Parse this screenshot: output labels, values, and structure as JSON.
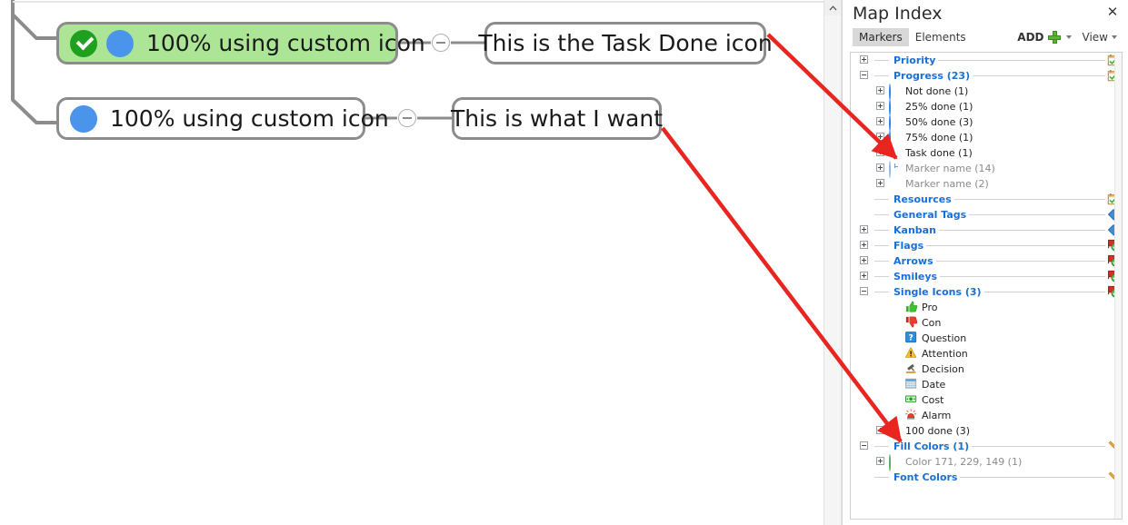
{
  "map": {
    "nodes": [
      {
        "text": "100% using custom icon",
        "icons": [
          "task-done-check",
          "blue-dot"
        ],
        "fill": "#abe595"
      },
      {
        "text": "100% using custom icon",
        "icons": [
          "blue-dot"
        ],
        "fill": "#ffffff"
      },
      {
        "text": "This is the Task Done icon",
        "icons": [],
        "fill": "#ffffff"
      },
      {
        "text": "This is what I want",
        "icons": [],
        "fill": "#ffffff"
      }
    ],
    "border_color": "#8c8c8c",
    "annotation_color": "#e8251f"
  },
  "panel": {
    "title": "Map Index",
    "close_label": "✕",
    "tabs": [
      {
        "label": "Markers",
        "active": true
      },
      {
        "label": "Elements",
        "active": false
      }
    ],
    "add_label": "ADD",
    "view_label": "View",
    "tree": [
      {
        "kind": "category",
        "label": "Priority",
        "expander": "plus",
        "action": "calendar-check-icon"
      },
      {
        "kind": "category",
        "label": "Progress (23)",
        "expander": "minus",
        "action": "calendar-check-icon"
      },
      {
        "kind": "leaf",
        "indent": 1,
        "label": "Not done (1)",
        "expander": "plus",
        "icon": "progress-0",
        "muted": false
      },
      {
        "kind": "leaf",
        "indent": 1,
        "label": "25% done (1)",
        "expander": "plus",
        "icon": "progress-25",
        "muted": false
      },
      {
        "kind": "leaf",
        "indent": 1,
        "label": "50% done (3)",
        "expander": "plus",
        "icon": "progress-50",
        "muted": false
      },
      {
        "kind": "leaf",
        "indent": 1,
        "label": "75% done (1)",
        "expander": "plus",
        "icon": "progress-75",
        "muted": false
      },
      {
        "kind": "leaf",
        "indent": 1,
        "label": "Task done (1)",
        "expander": "plus",
        "icon": "task-done",
        "muted": false
      },
      {
        "kind": "leaf",
        "indent": 1,
        "label": "Marker name (14)",
        "expander": "plus",
        "icon": "progress-clock",
        "muted": true
      },
      {
        "kind": "leaf",
        "indent": 1,
        "label": "Marker name (2)",
        "expander": "plus",
        "icon": "progress-full",
        "muted": true
      },
      {
        "kind": "category",
        "label": "Resources",
        "expander": "none",
        "action": "calendar-check-icon"
      },
      {
        "kind": "category",
        "label": "General Tags",
        "expander": "none",
        "action": "tag-icon"
      },
      {
        "kind": "category",
        "label": "Kanban",
        "expander": "plus",
        "action": "tag-icon"
      },
      {
        "kind": "category",
        "label": "Flags",
        "expander": "plus",
        "action": "flag-check-icon"
      },
      {
        "kind": "category",
        "label": "Arrows",
        "expander": "plus",
        "action": "flag-check-icon"
      },
      {
        "kind": "category",
        "label": "Smileys",
        "expander": "plus",
        "action": "flag-check-icon"
      },
      {
        "kind": "category",
        "label": "Single Icons (3)",
        "expander": "minus",
        "action": "flag-check-icon"
      },
      {
        "kind": "leaf",
        "indent": 2,
        "label": "Pro",
        "expander": "none",
        "icon": "thumb-up-icon",
        "muted": false
      },
      {
        "kind": "leaf",
        "indent": 2,
        "label": "Con",
        "expander": "none",
        "icon": "thumb-down-icon",
        "muted": false
      },
      {
        "kind": "leaf",
        "indent": 2,
        "label": "Question",
        "expander": "none",
        "icon": "question-icon",
        "muted": false
      },
      {
        "kind": "leaf",
        "indent": 2,
        "label": "Attention",
        "expander": "none",
        "icon": "warning-icon",
        "muted": false
      },
      {
        "kind": "leaf",
        "indent": 2,
        "label": "Decision",
        "expander": "none",
        "icon": "gavel-icon",
        "muted": false
      },
      {
        "kind": "leaf",
        "indent": 2,
        "label": "Date",
        "expander": "none",
        "icon": "calendar-icon",
        "muted": false
      },
      {
        "kind": "leaf",
        "indent": 2,
        "label": "Cost",
        "expander": "none",
        "icon": "money-icon",
        "muted": false
      },
      {
        "kind": "leaf",
        "indent": 2,
        "label": "Alarm",
        "expander": "none",
        "icon": "alarm-icon",
        "muted": false
      },
      {
        "kind": "leaf",
        "indent": 1,
        "label": "100 done (3)",
        "expander": "plus",
        "icon": "progress-full",
        "muted": false
      },
      {
        "kind": "category",
        "label": "Fill Colors (1)",
        "expander": "minus",
        "action": "brush-icon"
      },
      {
        "kind": "leaf",
        "indent": 1,
        "label": "Color 171, 229, 149 (1)",
        "expander": "plus",
        "icon": "swatch-green",
        "muted": true
      },
      {
        "kind": "category",
        "label": "Font Colors",
        "expander": "none",
        "action": "brush-icon"
      }
    ]
  }
}
